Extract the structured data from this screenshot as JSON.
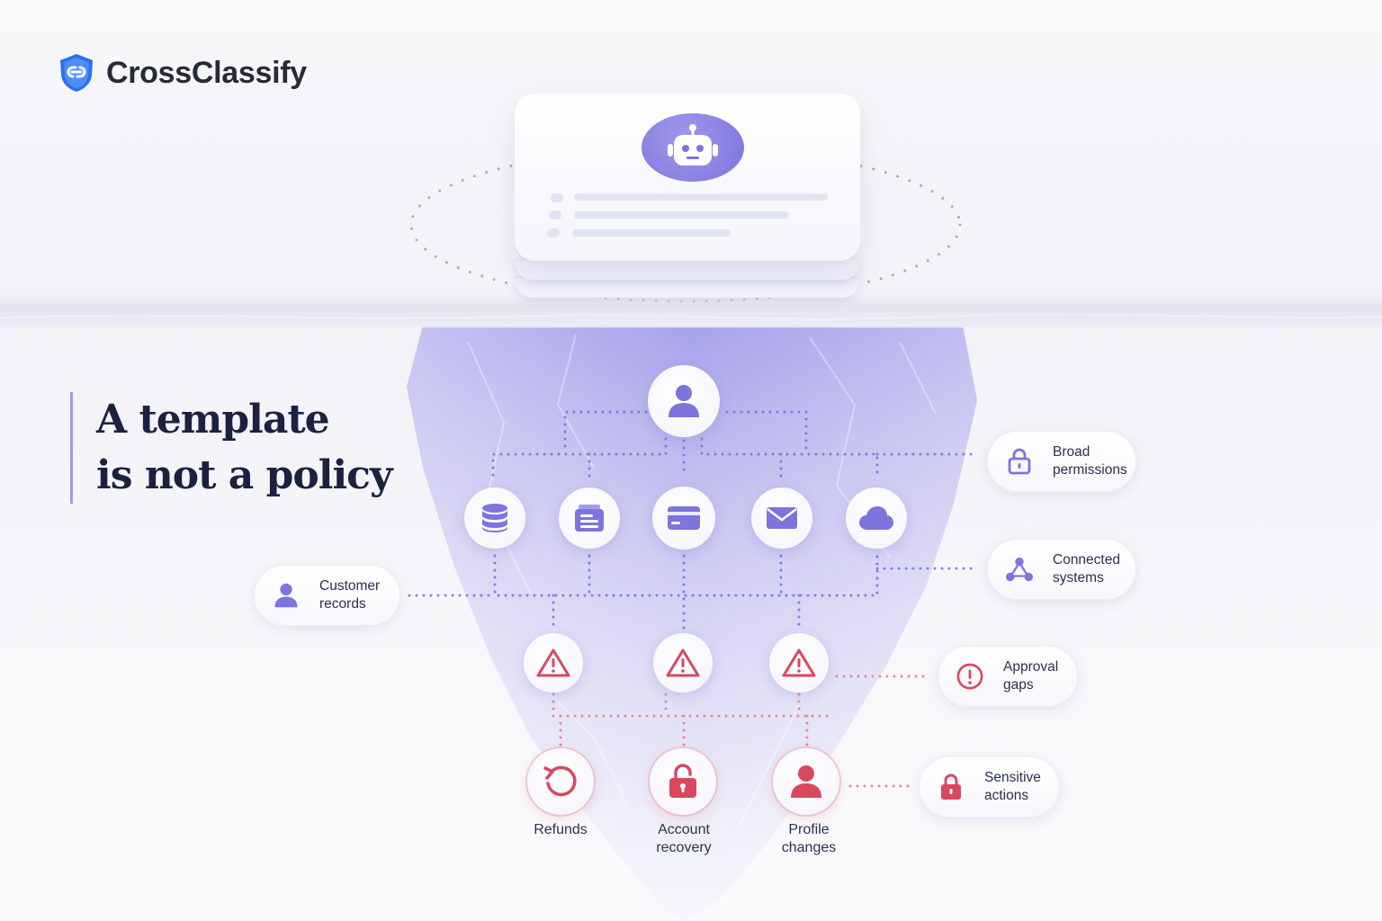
{
  "brand": {
    "name": "CrossClassify",
    "logo_icon": "shield-link-icon"
  },
  "headline": {
    "line1": "A template",
    "line2": "is not a policy"
  },
  "top_card": {
    "icon": "robot-icon"
  },
  "colors": {
    "accent": "#7d74dd",
    "risk": "#d9485f",
    "brand_blue": "#2d6ff0",
    "text": "#1c2140"
  },
  "hub_node": {
    "icon": "user-icon"
  },
  "system_nodes": [
    {
      "name": "database",
      "icon": "database-icon"
    },
    {
      "name": "document",
      "icon": "document-icon"
    },
    {
      "name": "payment-card",
      "icon": "credit-card-icon"
    },
    {
      "name": "email",
      "icon": "mail-icon"
    },
    {
      "name": "cloud",
      "icon": "cloud-icon"
    }
  ],
  "warning_nodes": [
    {
      "icon": "warning-triangle-icon"
    },
    {
      "icon": "warning-triangle-icon"
    },
    {
      "icon": "warning-triangle-icon"
    }
  ],
  "actions": [
    {
      "label_line1": "Refunds",
      "label_line2": "",
      "icon": "refund-icon"
    },
    {
      "label_line1": "Account",
      "label_line2": "recovery",
      "icon": "unlocked-padlock-icon"
    },
    {
      "label_line1": "Profile",
      "label_line2": "changes",
      "icon": "user-icon"
    }
  ],
  "callouts": {
    "broad_permissions": {
      "line1": "Broad",
      "line2": "permissions",
      "icon": "lock-icon"
    },
    "connected_systems": {
      "line1": "Connected",
      "line2": "systems",
      "icon": "network-icon"
    },
    "customer_records": {
      "line1": "Customer",
      "line2": "records",
      "icon": "user-icon"
    },
    "approval_gaps": {
      "line1": "Approval",
      "line2": "gaps",
      "icon": "alert-circle-icon"
    },
    "sensitive_actions": {
      "line1": "Sensitive",
      "line2": "actions",
      "icon": "lock-icon"
    }
  }
}
